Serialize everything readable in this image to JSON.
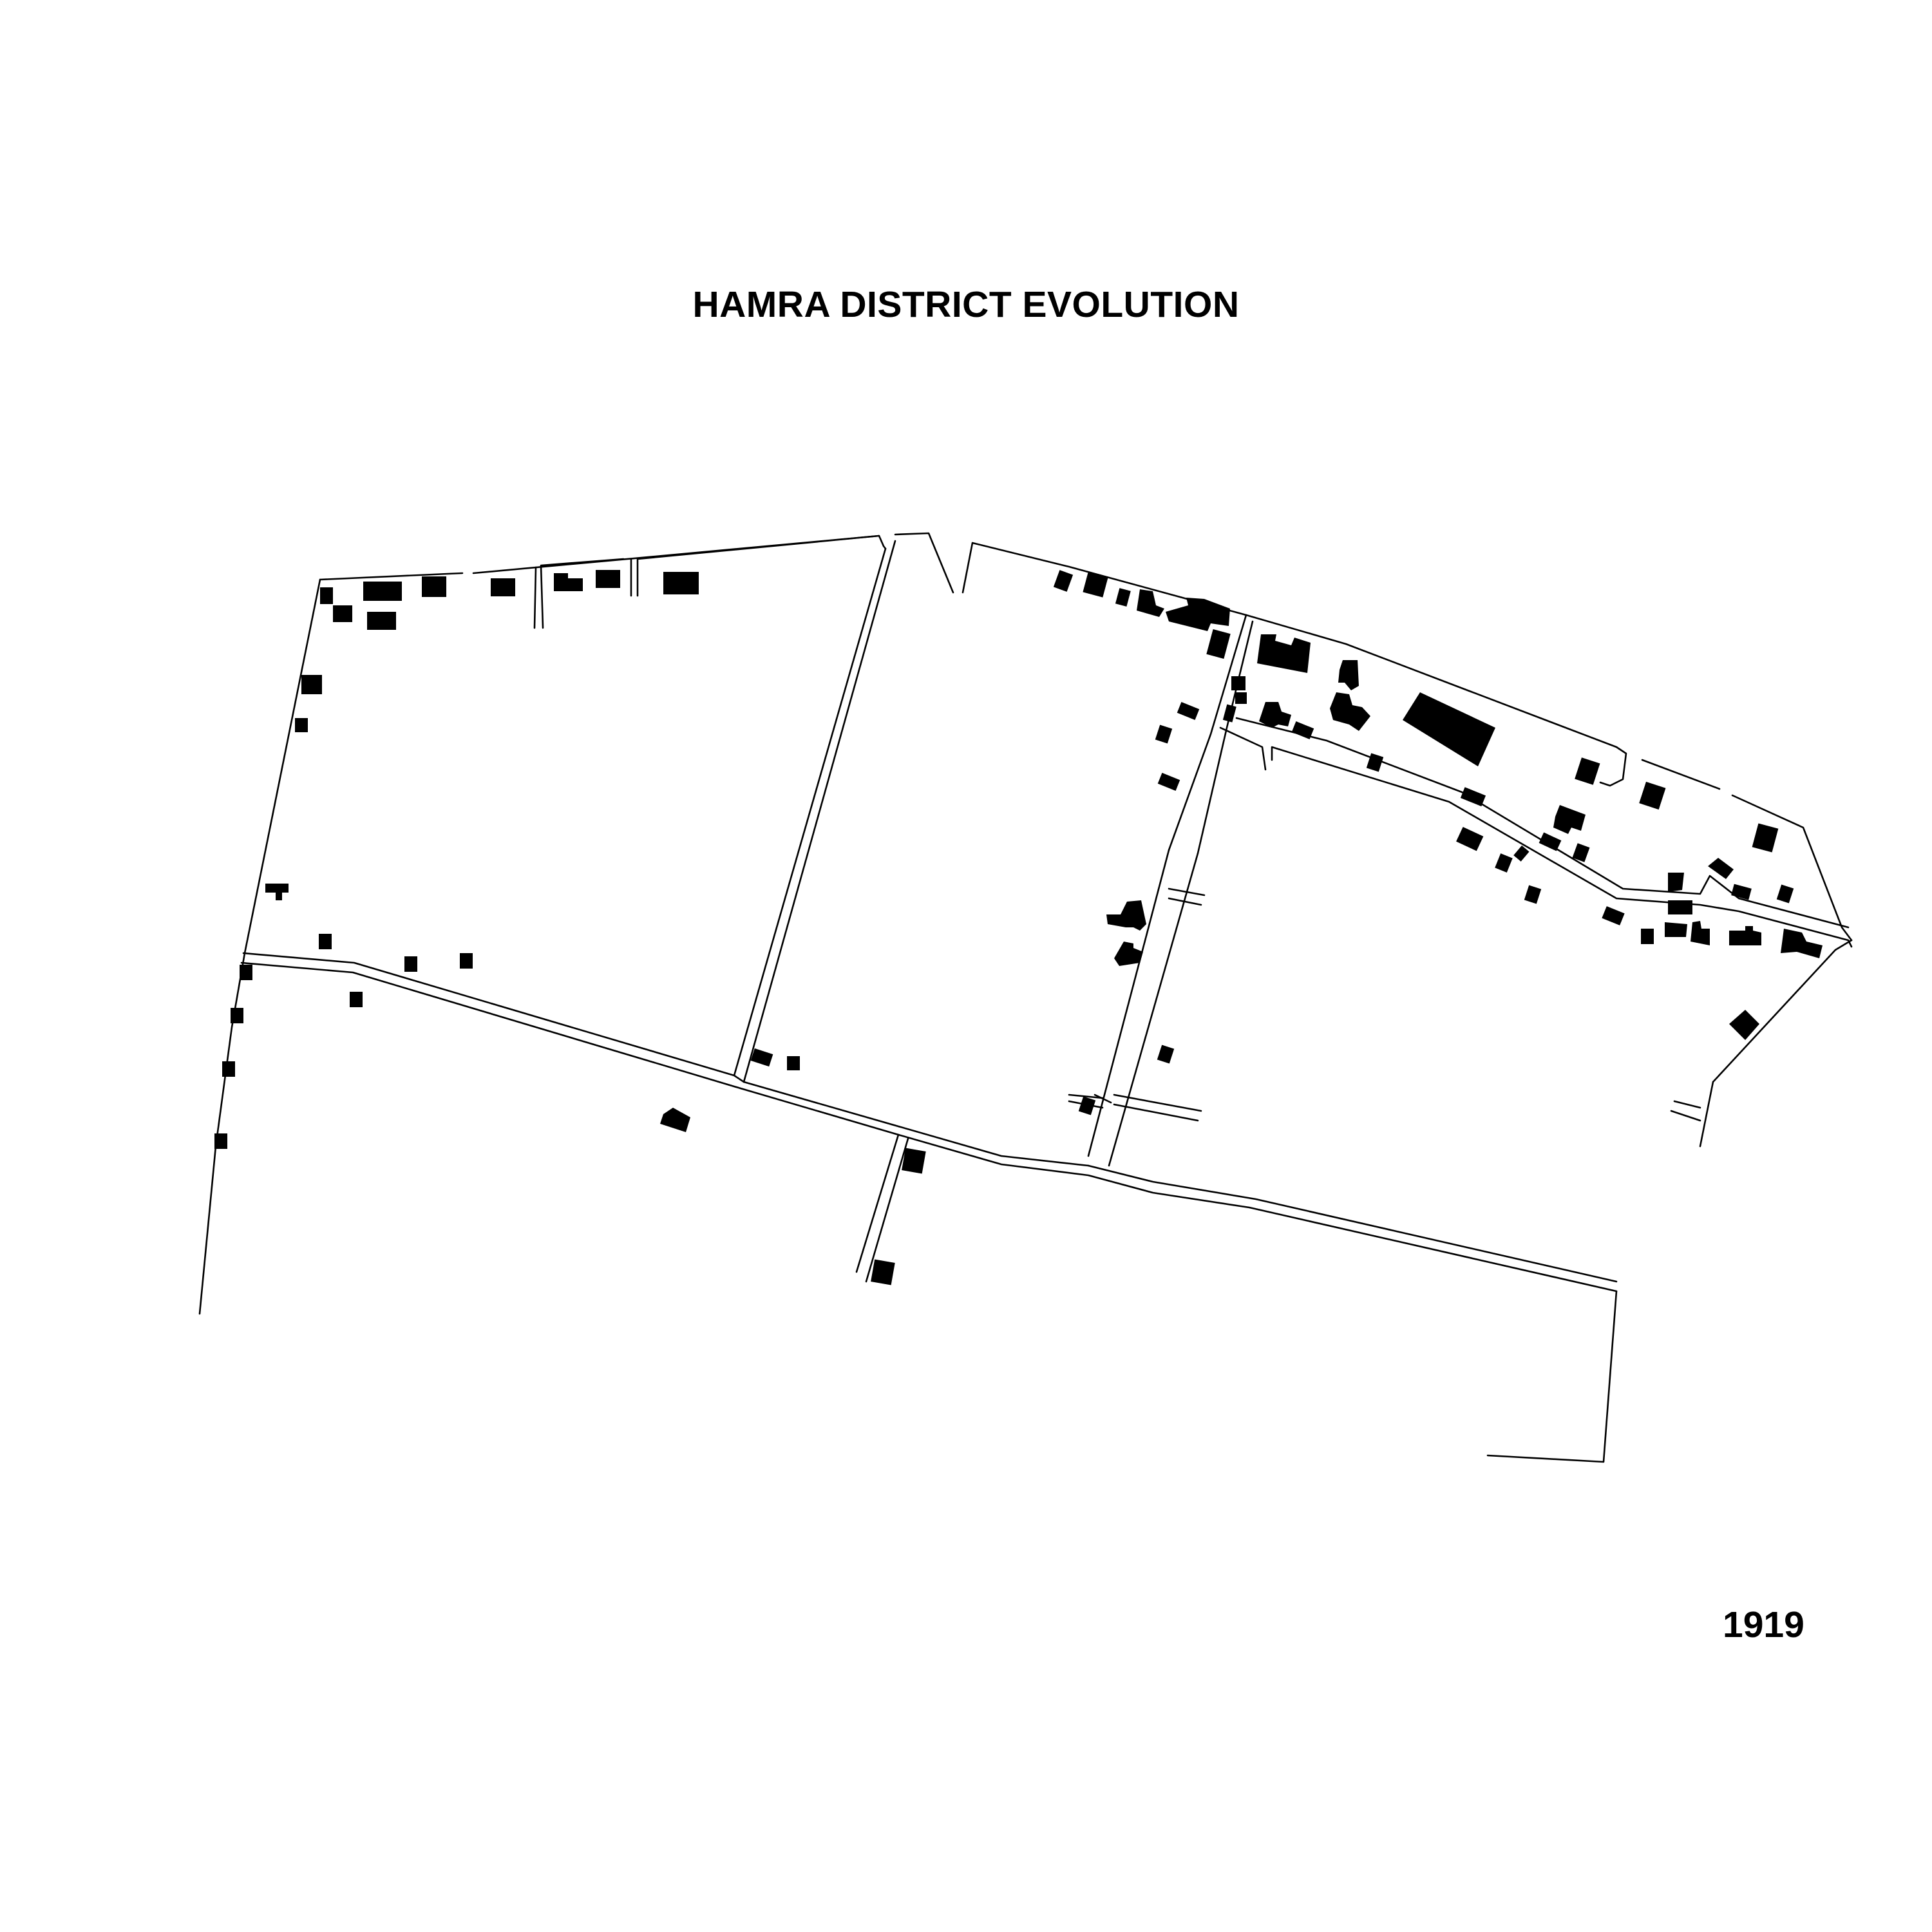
{
  "map": {
    "title": "HAMRA DISTRICT EVOLUTION",
    "year": "1919",
    "colors": {
      "background": "#ffffff",
      "ink": "#000000"
    },
    "legend": "none"
  }
}
